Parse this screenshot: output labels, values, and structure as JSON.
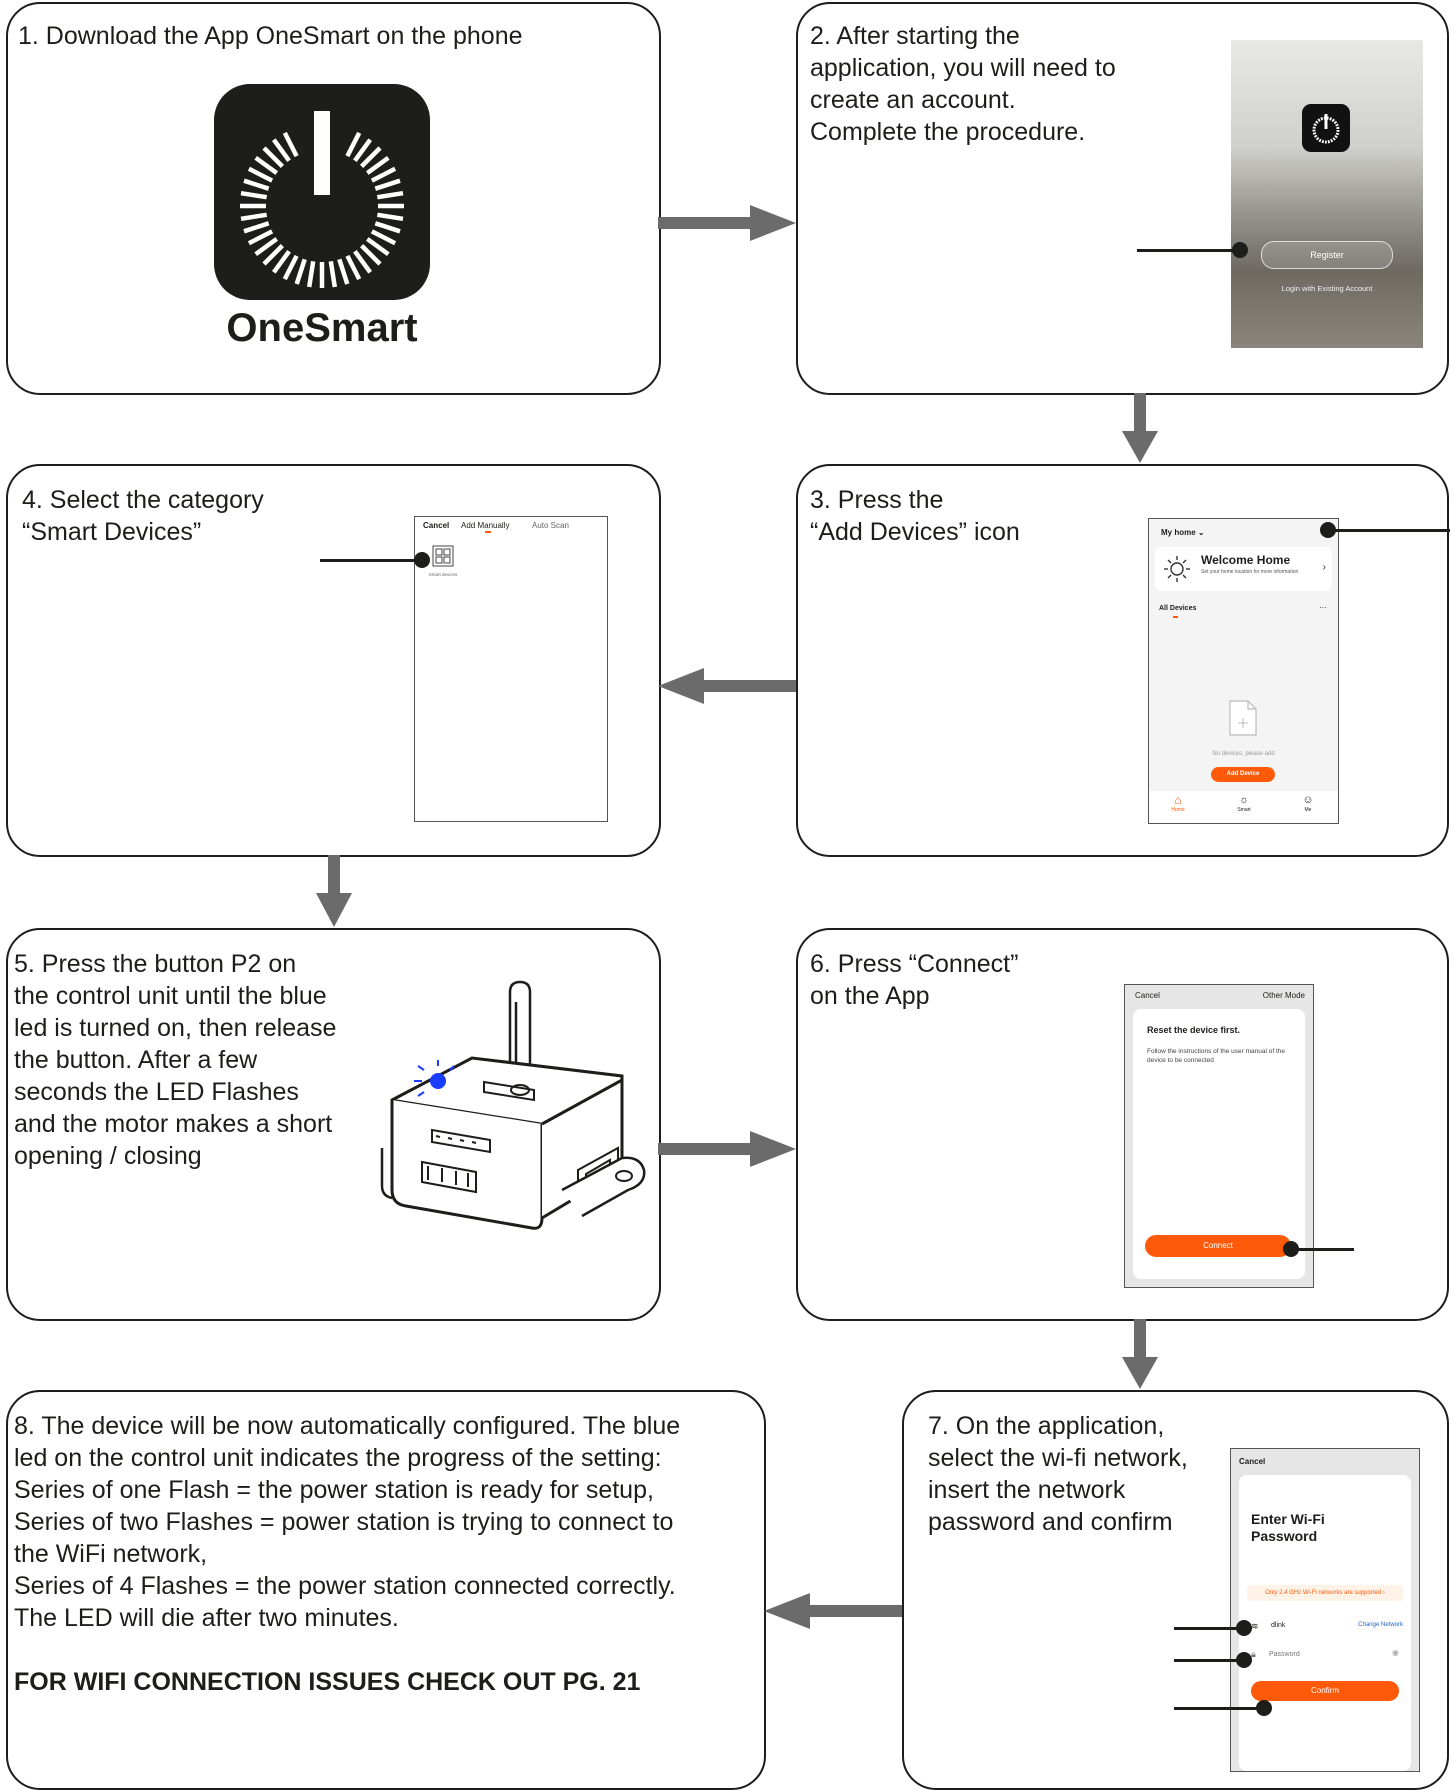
{
  "steps": {
    "s1": "1. Download the App OneSmart on the phone",
    "s2": "2. After starting the\napplication, you will need to\ncreate an account.\nComplete the procedure.",
    "s3": "3. Press the\n“Add Devices” icon",
    "s4": "4. Select the category\n“Smart Devices”",
    "s5": "5. Press the button P2 on\nthe control unit until the blue\nled is turned on, then release\nthe button. After a few\nseconds the LED Flashes\nand the motor makes a short\nopening / closing",
    "s6": "6. Press “Connect”\non the App",
    "s7": "7. On the application,\nselect the wi-fi network,\ninsert the network\npassword and confirm",
    "s8": "8. The device will be now automatically configured. The blue\nled on the control unit indicates the progress of the setting:\nSeries of one Flash = the power station is ready for setup,\nSeries of two Flashes = power station is trying to connect to\nthe WiFi network,\nSeries of 4 Flashes = the power station connected correctly.\nThe LED will die after two minutes.",
    "s8_note": "FOR WIFI CONNECTION ISSUES CHECK OUT PG. 21"
  },
  "logo": {
    "name": "OneSmart"
  },
  "screen2": {
    "register": "Register",
    "login": "Login with Existing Account"
  },
  "screen3": {
    "home": "My home",
    "welcome": "Welcome Home",
    "welcome_sub": "Set your home location for more information",
    "all_devices": "All Devices",
    "more": "···",
    "empty": "No devices, please add",
    "add_device": "Add Device",
    "tabs": [
      "Home",
      "Smart",
      "Me"
    ]
  },
  "screen4": {
    "cancel": "Cancel",
    "add_manually": "Add Manually",
    "auto_scan": "Auto Scan",
    "category": "Smart devices"
  },
  "screen6": {
    "cancel": "Cancel",
    "other_mode": "Other Mode",
    "title": "Reset the device first.",
    "body": "Follow the instructions of the user manual of the device to be connected",
    "connect": "Connect"
  },
  "screen7": {
    "cancel": "Cancel",
    "title": "Enter Wi-Fi Password",
    "notice": "Only 2.4 GHz Wi-Fi networks are supported ›",
    "network": "dlink",
    "change": "Change Network",
    "password_placeholder": "Password",
    "confirm": "Confirm"
  },
  "colors": {
    "accent": "#ff5a0a",
    "ink": "#1d1d1b",
    "arrow": "#6b6b6b",
    "led": "#1a3cff"
  }
}
